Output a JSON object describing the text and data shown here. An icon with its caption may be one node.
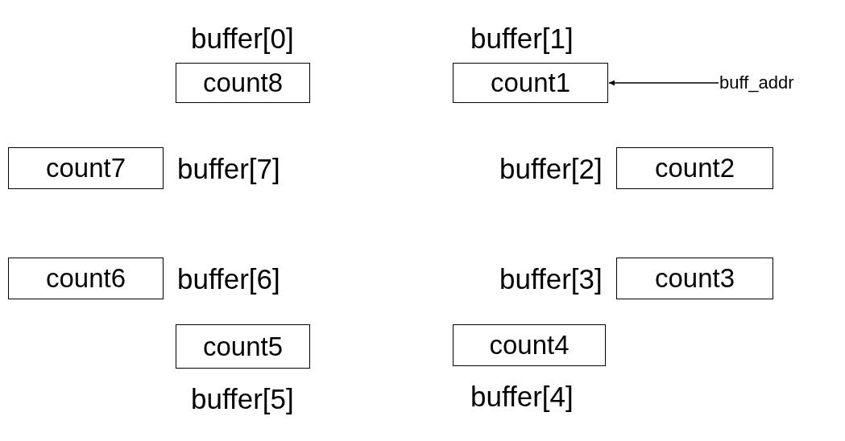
{
  "diagram": {
    "nodes": [
      {
        "text": [
          "count8"
        ],
        "beside": [
          "buffer[0]"
        ]
      },
      {
        "text": [
          "count1"
        ],
        "beside": [
          "buffer[1]"
        ]
      },
      {
        "text": [
          "buff_addr"
        ]
      },
      {
        "text": [
          "count7"
        ],
        "beside": [
          "buffer[7]"
        ]
      },
      {
        "text": [
          "count2"
        ],
        "beside": [
          "buffer[2]"
        ]
      },
      {
        "text": [
          "count6"
        ],
        "beside": [
          "buffer[6]"
        ]
      },
      {
        "text": [
          "count3"
        ],
        "beside": [
          "buffer[3]"
        ]
      },
      {
        "text": [
          "count5"
        ],
        "beside": [
          "buffer[5]"
        ]
      },
      {
        "text": [
          "count4"
        ],
        "beside": [
          "buffer[4]"
        ]
      }
    ],
    "edges": [
      {
        "from": 2,
        "to": 1,
        "arrow": "to"
      }
    ]
  }
}
